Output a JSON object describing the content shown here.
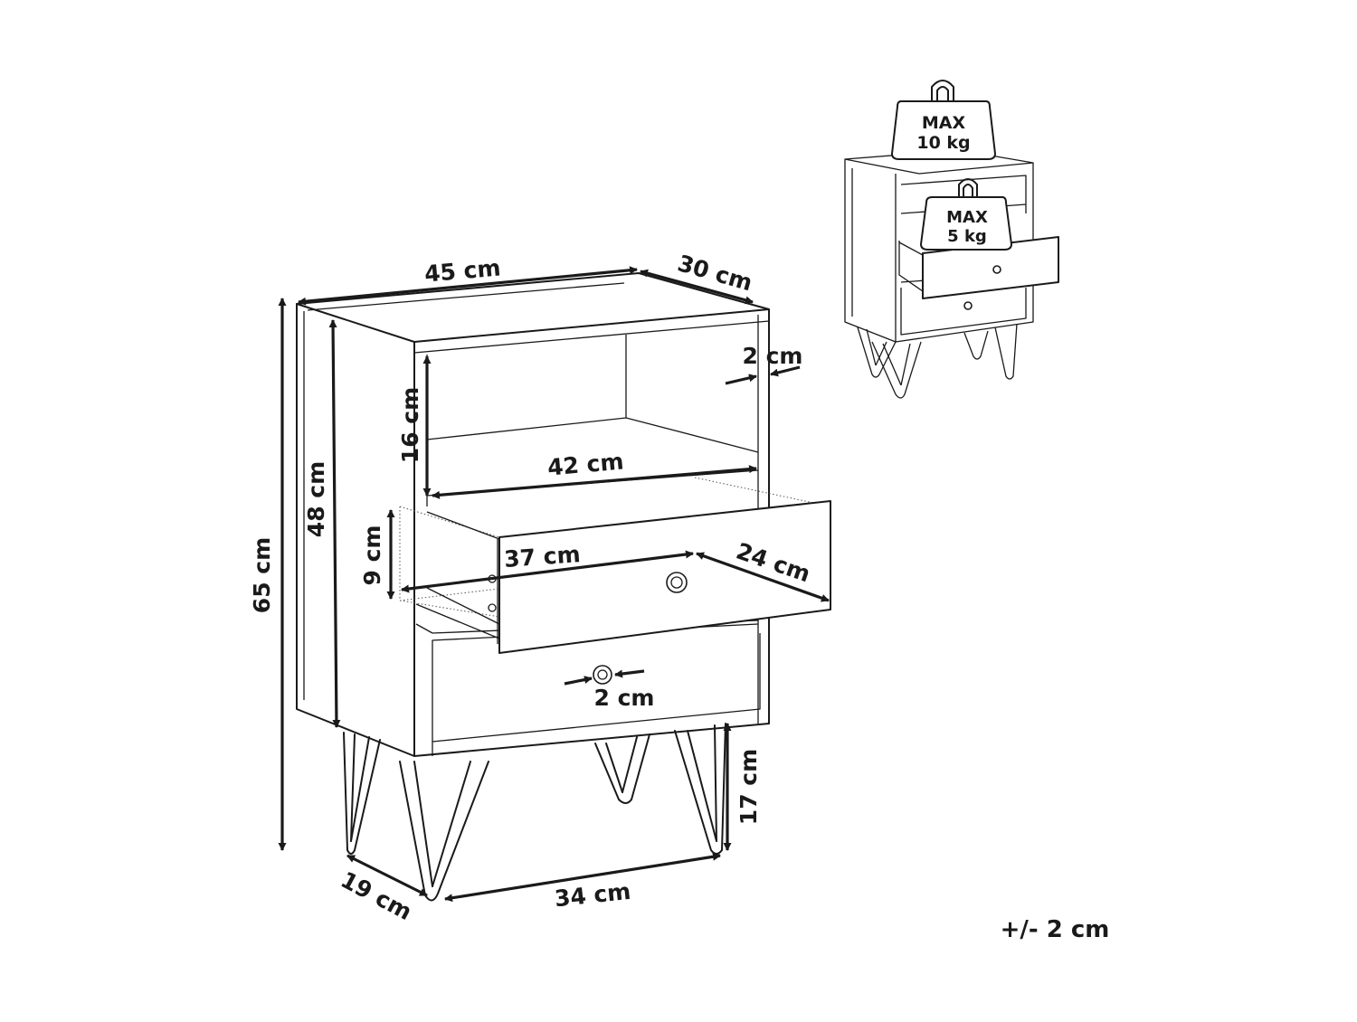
{
  "dimensions": {
    "width": "45 cm",
    "depth": "30 cm",
    "panel_thickness": "2 cm",
    "shelf_height": "16 cm",
    "shelf_width": "42 cm",
    "body_height": "48 cm",
    "total_height": "65 cm",
    "drawer_height": "9 cm",
    "drawer_width": "37 cm",
    "drawer_depth": "24 cm",
    "knob_diameter": "2 cm",
    "leg_height": "17 cm",
    "leg_spread_depth": "19 cm",
    "leg_spread_width": "34 cm"
  },
  "load_limits": {
    "top": {
      "line1": "MAX",
      "line2": "10 kg"
    },
    "drawer": {
      "line1": "MAX",
      "line2": "5 kg"
    }
  },
  "tolerance": "+/- 2 cm",
  "icons": [
    "arrow-head",
    "weight-icon",
    "drawer-knob-icon"
  ]
}
